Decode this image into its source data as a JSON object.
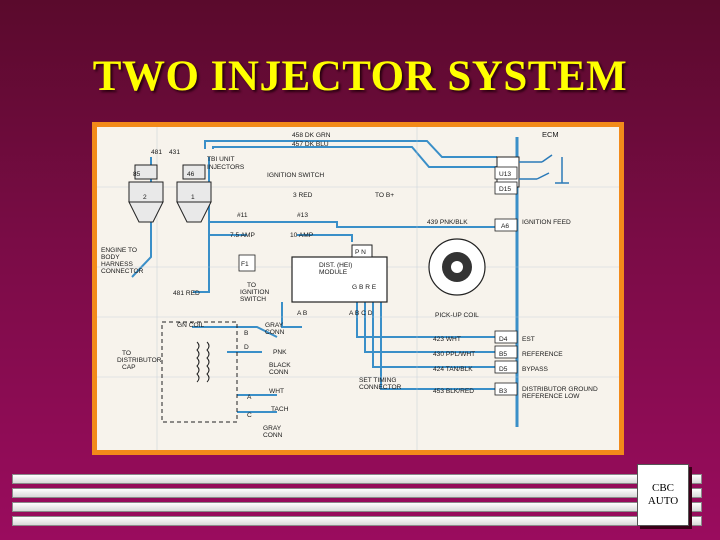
{
  "slide": {
    "title": "TWO INJECTOR SYSTEM"
  },
  "logo": {
    "line1": "CBC",
    "line2": "AUTO"
  },
  "diagram": {
    "ecm": "ECM",
    "w_458": "458 DK GRN",
    "w_457": "457 DK BLU",
    "w_481": "481",
    "w_431": "431",
    "tbi": "TBI UNIT",
    "injectors": "INJECTORS",
    "ign_switch": "IGNITION SWITCH",
    "red3": "3 RED",
    "tob": "TO B+",
    "f11": "#11",
    "f13": "#13",
    "amp75": "7.5 AMP",
    "amp10": "10 AMP",
    "pnk439": "439 PNK/BLK",
    "ign_feed": "IGNITION FEED",
    "engine1": "ENGINE TO",
    "engine2": "BODY",
    "engine3": "HARNESS",
    "engine4": "CONNECTOR",
    "f1": "F1",
    "dist1": "DIST. (HEI)",
    "dist2": "MODULE",
    "pn": "P N",
    "to_ign1": "TO",
    "to_ign2": "IGNITION",
    "to_ign3": "SWITCH",
    "red481": "481 RED",
    "pickup": "PICK-UP COIL",
    "gn_coil": "GN COIL",
    "gray_conn1": "GRAY",
    "gray_conn2": "CONN",
    "est": "EST",
    "wht423": "423 WHT",
    "ppl430": "430 PPL/WHT",
    "reference": "REFERENCE",
    "tan424": "424 TAN/BLK",
    "bypass": "BYPASS",
    "blk453": "453 BLK/RED",
    "dist_gnd1": "DISTRIBUTOR GROUND",
    "dist_gnd2": "REFERENCE LOW",
    "set_timing1": "SET TIMING",
    "set_timing2": "CONNECTOR",
    "to_dist1": "TO",
    "to_dist2": "DISTRIBUTOR",
    "to_dist3": "CAP",
    "pnk": "PNK",
    "black_conn1": "BLACK",
    "black_conn2": "CONN",
    "wht": "WHT",
    "tach": "TACH",
    "gray_conn3": "GRAY",
    "gray_conn4": "CONN",
    "pin_u13": "U13",
    "pin_d15": "D15",
    "pin_a6": "A6",
    "pin_d4": "D4",
    "pin_b5": "B5",
    "pin_d5": "D5",
    "pin_b3": "B3",
    "pin_85": "85",
    "pin_46": "46",
    "pin_2": "2",
    "pin_1": "1",
    "pin_b": "B",
    "pin_c": "C",
    "pin_d": "D",
    "pin_a": "A",
    "gbre": "G B R E",
    "abcd": "A B C D",
    "ab": "A B"
  }
}
